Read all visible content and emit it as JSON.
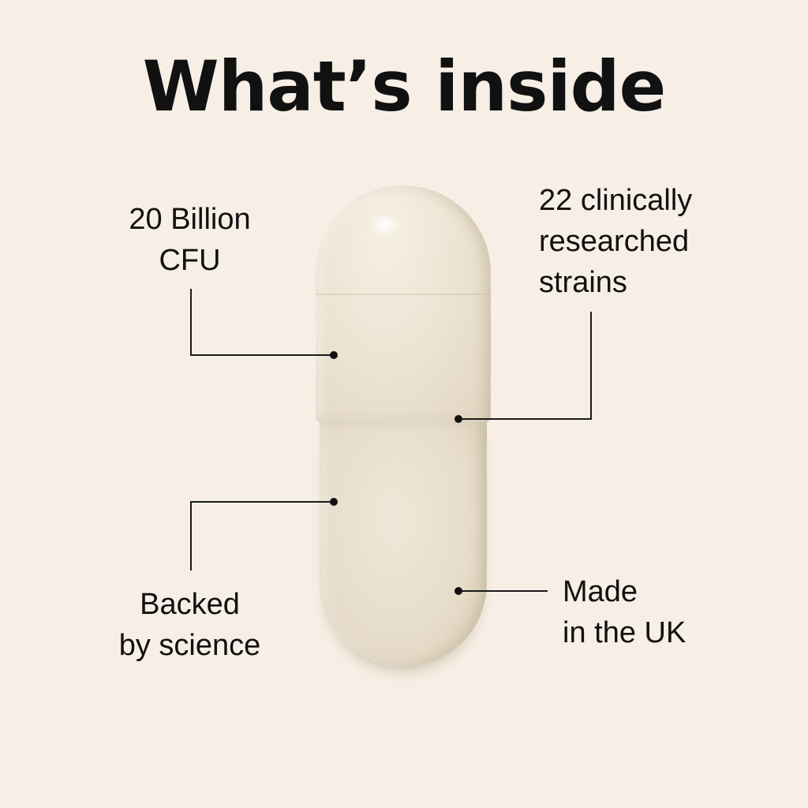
{
  "title": "What’s inside",
  "callouts": {
    "cfu": {
      "line1": "20 Billion",
      "line2": "CFU"
    },
    "strains": {
      "line1": "22 clinically",
      "line2": "researched",
      "line3": "strains"
    },
    "science": {
      "line1": "Backed",
      "line2": "by science"
    },
    "origin": {
      "line1": "Made",
      "line2": "in the UK"
    }
  },
  "colors": {
    "background": "#f7efe5",
    "text": "#111111",
    "capsule": "#ece3d2"
  }
}
